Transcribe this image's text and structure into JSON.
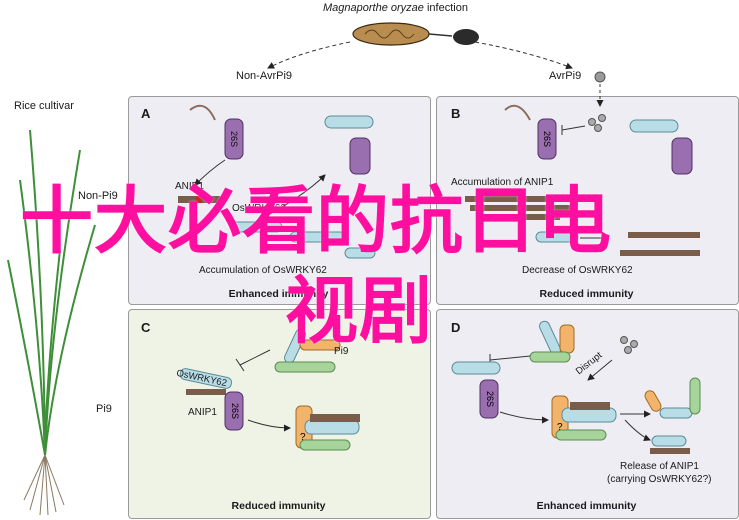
{
  "title": {
    "italic_part": "Magnaporthe oryzae",
    "rest": " infection"
  },
  "branches": {
    "left": "Non-AvrPi9",
    "right": "AvrPi9"
  },
  "rice_label": "Rice cultivar",
  "rows": {
    "top": "Non-Pi9",
    "bottom": "Pi9"
  },
  "panels": {
    "A": {
      "letter": "A",
      "labels": {
        "anip1": "ANIP1",
        "wrky": "OsWRKY62",
        "proteasome": "26S",
        "accumulation": "Accumulation of OsWRKY62"
      },
      "footer": "Enhanced immunity"
    },
    "B": {
      "letter": "B",
      "labels": {
        "accumulation": "Accumulation of ANIP1",
        "proteasome": "26S",
        "decrease": "Decrease of OsWRKY62"
      },
      "footer": "Reduced immunity"
    },
    "C": {
      "letter": "C",
      "labels": {
        "wrky": "OsWRKY62",
        "anip1": "ANIP1",
        "proteasome": "26S",
        "pi9": "Pi9",
        "question": "?"
      },
      "footer": "Reduced immunity"
    },
    "D": {
      "letter": "D",
      "labels": {
        "proteasome": "26S",
        "disrupt": "Disrupt",
        "release": "Release of ANIP1",
        "release_paren": "(carrying OsWRKY62?)",
        "question": "?"
      },
      "footer": "Enhanced immunity"
    }
  },
  "overlay": {
    "line1": "十大必看的抗日电",
    "line2": "视剧"
  },
  "colors": {
    "panel_bg": "#efedf4",
    "panel_bg_green": "#eef3e6",
    "proteasome": "#9a6fb0",
    "cylinder": "#b9dde6",
    "anip1_bar": "#7a5c4a",
    "overlay": "#ff0fa0",
    "green_protein": "#a7d49b",
    "orange_protein": "#f2b46b"
  }
}
